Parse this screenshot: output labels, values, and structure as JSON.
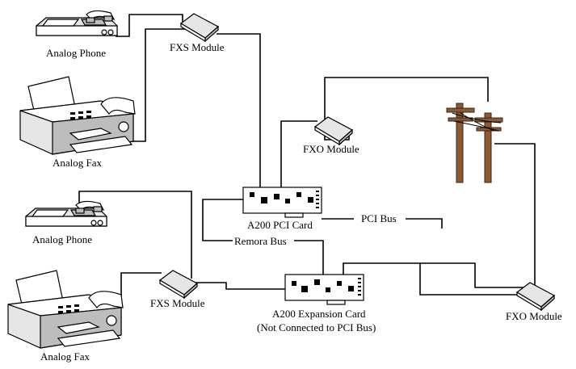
{
  "labels": {
    "phone_top": "Analog Phone",
    "fax_top": "Analog Fax",
    "fxs_top": "FXS Module",
    "fxo_top": "FXO Module",
    "pci_card": "A200 PCI Card",
    "pci_bus": "PCI Bus",
    "remora_bus": "Remora Bus",
    "phone_bottom": "Analog Phone",
    "fax_bottom": "Analog Fax",
    "fxs_bottom": "FXS Module",
    "exp_card_line1": "A200 Expansion Card",
    "exp_card_line2": "(Not Connected to PCI Bus)",
    "fxo_bottom": "FXO Module"
  },
  "icons": {
    "phone": "analog-phone-icon",
    "fax": "fax-machine-icon",
    "module": "module-card-icon",
    "card": "pci-card-icon",
    "pole": "telephone-pole-icon"
  },
  "colors": {
    "line": "#000000",
    "pole": "#8a5a34",
    "device_shade": "#e6e6e6"
  }
}
